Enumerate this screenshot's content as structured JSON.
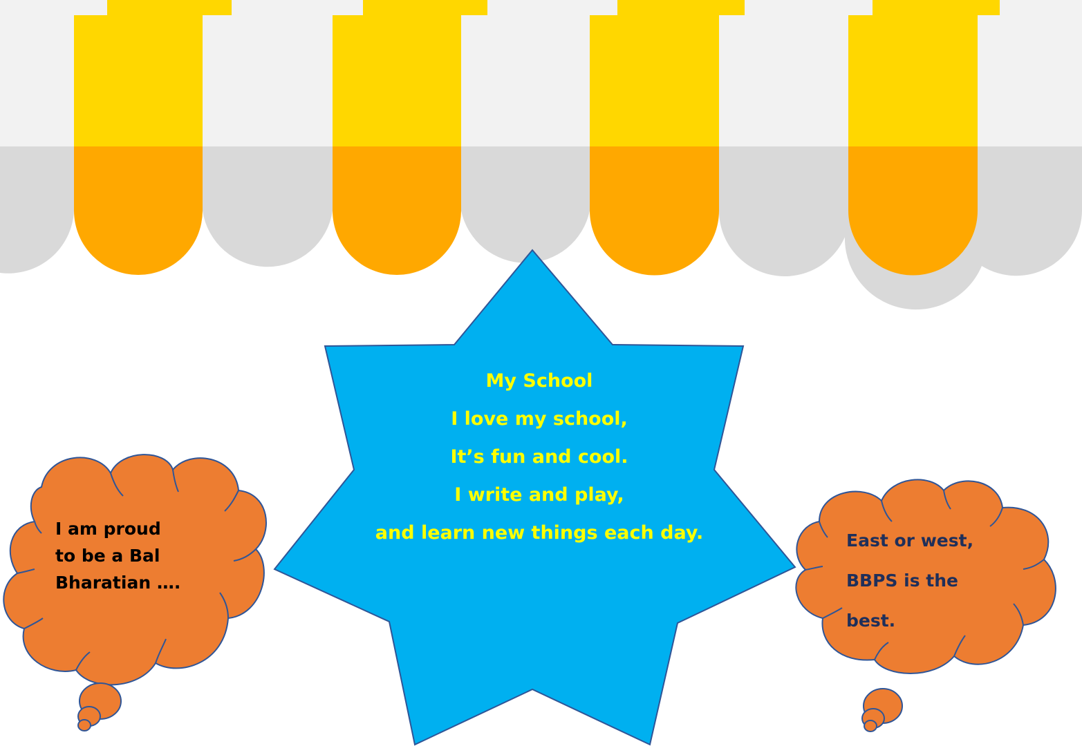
{
  "colors": {
    "awning_white": "#f2f2f2",
    "awning_white_shade": "#d9d9d9",
    "awning_yellow": "#ffd700",
    "awning_yellow_shade": "#ffa800",
    "star_fill": "#00b0f0",
    "star_stroke": "#2f5597",
    "poem_text": "#ffff00",
    "cloud_fill": "#ed7d31",
    "cloud_stroke": "#2f5597"
  },
  "poem": {
    "title": "My School",
    "lines": [
      "I love my school,",
      "It’s fun and cool.",
      "I write and play,",
      "and learn new things each day."
    ]
  },
  "left_cloud": {
    "lines": [
      "I am proud",
      "to be a Bal",
      "Bharatian …."
    ]
  },
  "right_cloud": {
    "lines": [
      "East or west,",
      "BBPS is the",
      "best."
    ]
  }
}
